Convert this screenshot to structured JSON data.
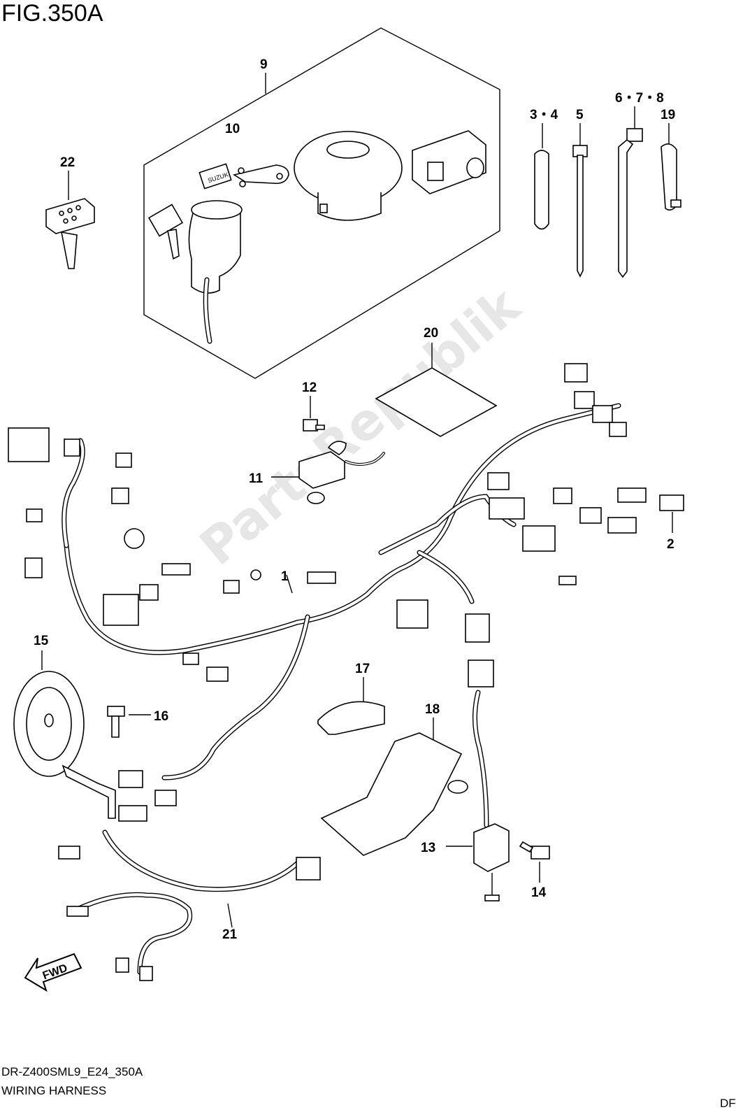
{
  "figure": {
    "title": "FIG.350A",
    "model_code": "DR-Z400SML9_E24_350A",
    "caption": "WIRING HARNESS",
    "corner_text": "DF"
  },
  "watermark": "PartsRepublik",
  "callouts": {
    "c1": "1",
    "c2": "2",
    "c34": "3・4",
    "c5": "5",
    "c678": "6・7・8",
    "c9": "9",
    "c10": "10",
    "c11": "11",
    "c12": "12",
    "c13": "13",
    "c14": "14",
    "c15": "15",
    "c16": "16",
    "c17": "17",
    "c18": "18",
    "c19": "19",
    "c20": "20",
    "c21": "21",
    "c22": "22"
  },
  "fwd_label": "FWD",
  "key_brand": "SUZUKI"
}
